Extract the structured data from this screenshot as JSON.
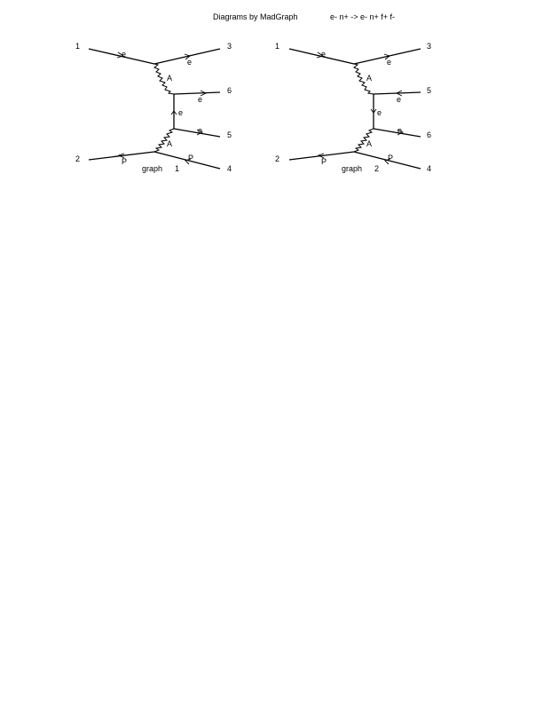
{
  "header": {
    "title": "Diagrams by MadGraph",
    "process": "e- n+ -> e- n+ f+ f-"
  },
  "diagrams": [
    {
      "caption_label": "graph",
      "caption_number": "1",
      "external_labels": [
        "1",
        "2",
        "3",
        "4",
        "5",
        "6"
      ],
      "particle_labels": [
        "e",
        "e",
        "P",
        "P",
        "A",
        "A",
        "e",
        "e",
        "e"
      ]
    },
    {
      "caption_label": "graph",
      "caption_number": "2",
      "external_labels": [
        "1",
        "2",
        "3",
        "4",
        "5",
        "6"
      ],
      "particle_labels": [
        "e",
        "e",
        "P",
        "P",
        "A",
        "A",
        "e",
        "e",
        "e"
      ]
    }
  ]
}
